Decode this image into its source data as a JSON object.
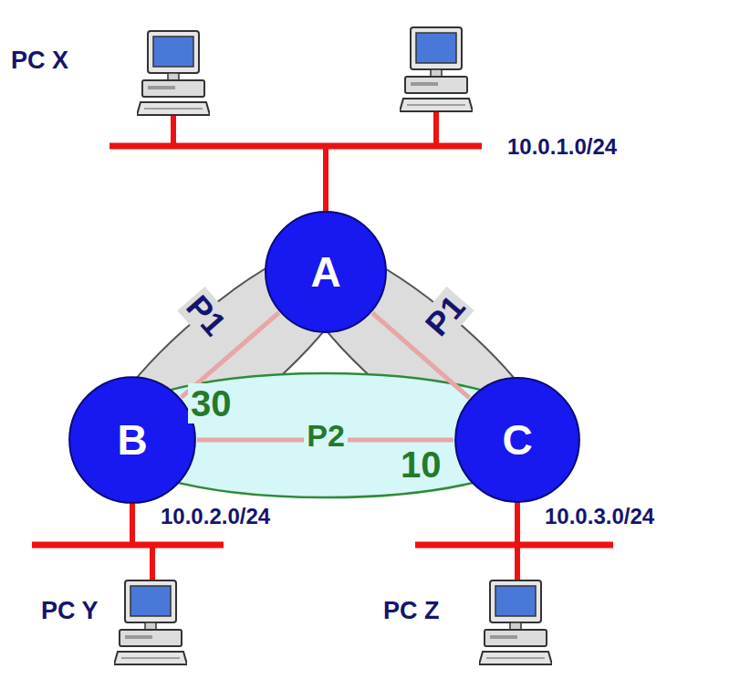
{
  "diagram": {
    "nodes": [
      {
        "text": [
          "A"
        ]
      },
      {
        "text": [
          "B"
        ]
      },
      {
        "text": [
          "C"
        ]
      }
    ],
    "edges": [
      {
        "from": 0,
        "to": 1,
        "arrow": "none",
        "label": "P1"
      },
      {
        "from": 0,
        "to": 2,
        "arrow": "none",
        "label": "P1"
      },
      {
        "from": 1,
        "to": 2,
        "arrow": "none",
        "label": "P2"
      }
    ],
    "labels": [
      "PC X",
      "10.0.1.0/24",
      "30",
      "10",
      "10.0.2.0/24",
      "10.0.3.0/24",
      "PC Y",
      "PC Z"
    ]
  }
}
